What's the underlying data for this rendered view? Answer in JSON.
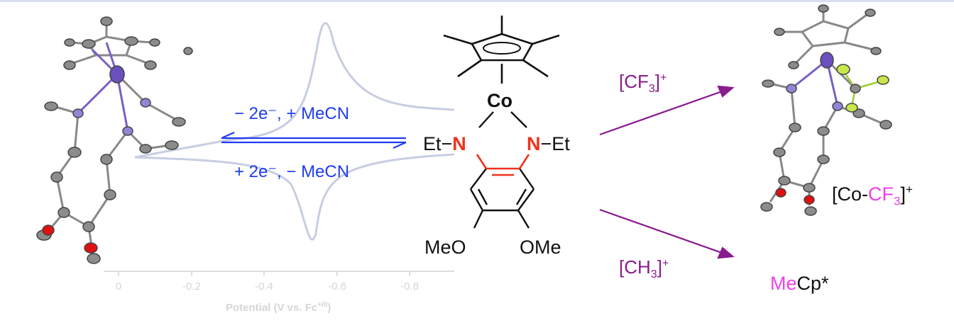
{
  "cv_plot": {
    "x_ticks": [
      "0",
      "-0.2",
      "-0.4",
      "-0.6",
      "-0.8"
    ],
    "x_label": "Potential (V vs. Fc",
    "x_label_sup": "+/0",
    "x_label_end": ")"
  },
  "equilibrium": {
    "forward": "− 2e⁻, + MeCN",
    "reverse": "+ 2e⁻, − MeCN"
  },
  "complex": {
    "metal": "Co",
    "left_sub": "Et−",
    "n": "N",
    "right_sub": "−Et",
    "ome_left": "MeO",
    "ome_right": "OMe"
  },
  "reactions": {
    "cf3_reagent": "[CF",
    "cf3_sub": "3",
    "cf3_sup": "+",
    "ch3_reagent": "[CH",
    "ch3_sub": "3",
    "ch3_sup": "+",
    "product1_prefix": "[Co-",
    "product1_cf": "CF",
    "product1_sub": "3",
    "product1_sup": "+",
    "product2_me": "Me",
    "product2_rest": "Cp*"
  },
  "colors": {
    "blue": "#1f3df0",
    "purple": "#8a1a8f",
    "red": "#f0321e",
    "magenta": "#f040e8",
    "cv": "#c7cde3"
  }
}
